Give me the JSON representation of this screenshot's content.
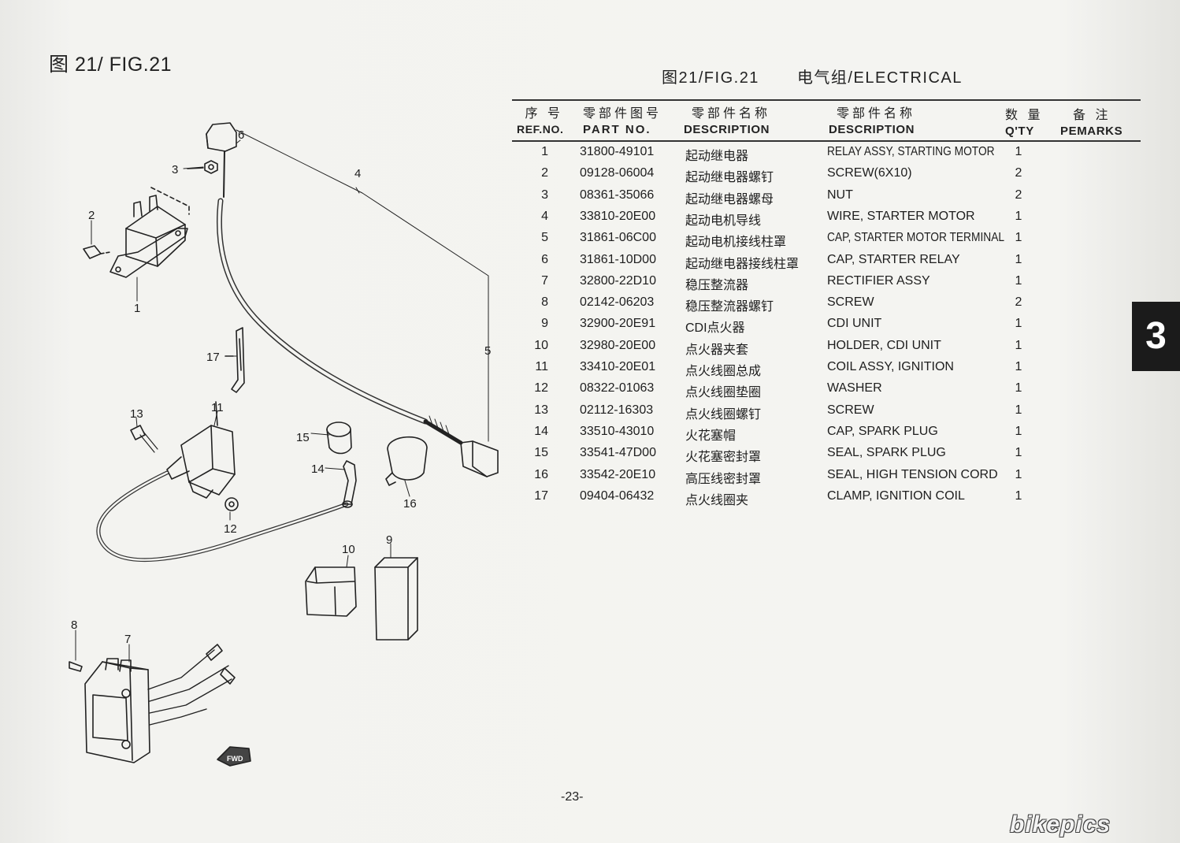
{
  "figure_title": "图 21/ FIG.21",
  "table_title": {
    "fig": "图21/FIG.21",
    "group": "电气组/ELECTRICAL"
  },
  "headers": {
    "ref_cn": "序 号",
    "ref_en": "REF.NO.",
    "part_cn": "零部件图号",
    "part_en": "PART NO.",
    "desc_cn_cn": "零部件名称",
    "desc_cn_en": "DESCRIPTION",
    "desc_en_cn": "零部件名称",
    "desc_en_en": "DESCRIPTION",
    "qty_cn": "数 量",
    "qty_en": "Q'TY",
    "remarks_cn": "备 注",
    "remarks_en": "PEMARKS"
  },
  "parts": [
    {
      "ref": "1",
      "part_no": "31800-49101",
      "name_cn": "起动继电器",
      "name_en": "RELAY ASSY, STARTING MOTOR",
      "qty": "1"
    },
    {
      "ref": "2",
      "part_no": "09128-06004",
      "name_cn": "起动继电器螺钉",
      "name_en": "SCREW(6X10)",
      "qty": "2"
    },
    {
      "ref": "3",
      "part_no": "08361-35066",
      "name_cn": "起动继电器螺母",
      "name_en": "NUT",
      "qty": "2"
    },
    {
      "ref": "4",
      "part_no": "33810-20E00",
      "name_cn": "起动电机导线",
      "name_en": "WIRE, STARTER MOTOR",
      "qty": "1"
    },
    {
      "ref": "5",
      "part_no": "31861-06C00",
      "name_cn": "起动电机接线柱罩",
      "name_en": "CAP, STARTER MOTOR TERMINAL",
      "qty": "1"
    },
    {
      "ref": "6",
      "part_no": "31861-10D00",
      "name_cn": "起动继电器接线柱罩",
      "name_en": "CAP, STARTER RELAY",
      "qty": "1"
    },
    {
      "ref": "7",
      "part_no": "32800-22D10",
      "name_cn": "稳压整流器",
      "name_en": "RECTIFIER ASSY",
      "qty": "1"
    },
    {
      "ref": "8",
      "part_no": "02142-06203",
      "name_cn": "稳压整流器螺钉",
      "name_en": "SCREW",
      "qty": "2"
    },
    {
      "ref": "9",
      "part_no": "32900-20E91",
      "name_cn": "CDI点火器",
      "name_en": "CDI UNIT",
      "qty": "1"
    },
    {
      "ref": "10",
      "part_no": "32980-20E00",
      "name_cn": "点火器夹套",
      "name_en": "HOLDER, CDI UNIT",
      "qty": "1"
    },
    {
      "ref": "11",
      "part_no": "33410-20E01",
      "name_cn": "点火线圈总成",
      "name_en": "COIL ASSY, IGNITION",
      "qty": "1"
    },
    {
      "ref": "12",
      "part_no": "08322-01063",
      "name_cn": "点火线圈垫圈",
      "name_en": "WASHER",
      "qty": "1"
    },
    {
      "ref": "13",
      "part_no": "02112-16303",
      "name_cn": "点火线圈螺钉",
      "name_en": "SCREW",
      "qty": "1"
    },
    {
      "ref": "14",
      "part_no": "33510-43010",
      "name_cn": "火花塞帽",
      "name_en": "CAP, SPARK PLUG",
      "qty": "1"
    },
    {
      "ref": "15",
      "part_no": "33541-47D00",
      "name_cn": "火花塞密封罩",
      "name_en": "SEAL, SPARK PLUG",
      "qty": "1"
    },
    {
      "ref": "16",
      "part_no": "33542-20E10",
      "name_cn": "高压线密封罩",
      "name_en": "SEAL, HIGH TENSION CORD",
      "qty": "1"
    },
    {
      "ref": "17",
      "part_no": "09404-06432",
      "name_cn": "点火线圈夹",
      "name_en": "CLAMP, IGNITION COIL",
      "qty": "1"
    }
  ],
  "callouts": [
    "1",
    "2",
    "3",
    "4",
    "5",
    "6",
    "7",
    "8",
    "9",
    "10",
    "11",
    "12",
    "13",
    "14",
    "15",
    "16",
    "17"
  ],
  "fwd_label": "FWD",
  "section_tab": "3",
  "page_number": "-23-",
  "watermark": "bikepics"
}
